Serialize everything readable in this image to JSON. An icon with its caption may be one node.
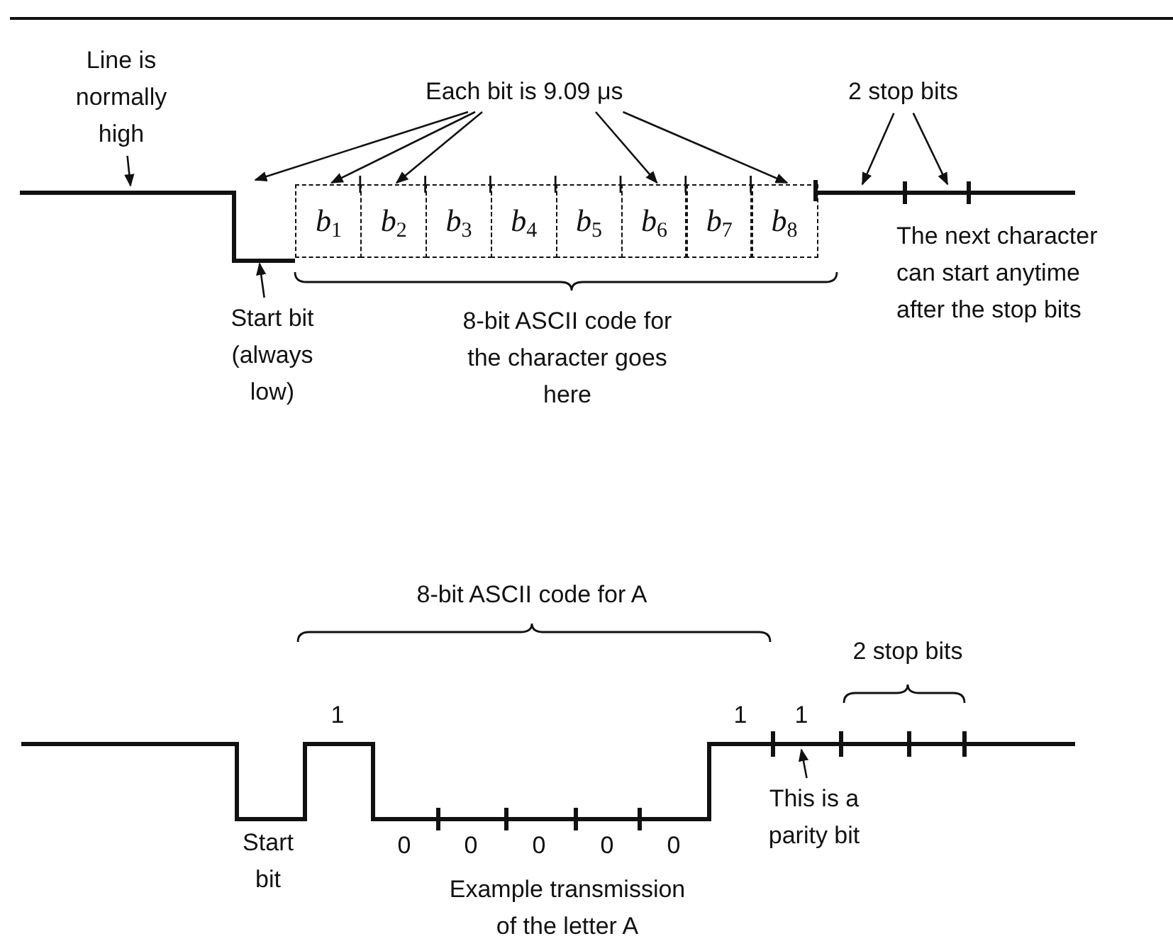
{
  "diagram": {
    "nodes": [
      {
        "text": [
          "Line is normally high"
        ]
      },
      {
        "text": [
          "Each bit is 9.09 μs"
        ]
      },
      {
        "text": [
          "*b*$_{1}$"
        ]
      },
      {
        "text": [
          "*b*$_{2}$"
        ]
      },
      {
        "text": [
          "*b*$_{3}$"
        ]
      },
      {
        "text": [
          "*b*$_{4}$"
        ]
      },
      {
        "text": [
          "*b*$_{5}$"
        ]
      },
      {
        "text": [
          "*b*$_{6}$"
        ]
      },
      {
        "text": [
          "*b*$_{7}$"
        ]
      },
      {
        "text": [
          "*b*$_{8}$"
        ]
      },
      {
        "text": [
          "Start bit (always low)"
        ]
      },
      {
        "text": [
          "2 stop bits"
        ]
      },
      {
        "text": [
          "This is a parity bit"
        ]
      }
    ],
    "edges": [
      {
        "from": 0,
        "to": null,
        "arrow": "to"
      },
      {
        "from": 1,
        "to": null,
        "arrow": "to"
      },
      {
        "from": 1,
        "to": 2,
        "arrow": "to"
      },
      {
        "from": 1,
        "to": 3,
        "arrow": "to"
      },
      {
        "from": 1,
        "to": 7,
        "arrow": "to"
      },
      {
        "from": 1,
        "to": 9,
        "arrow": "to"
      },
      {
        "from": 10,
        "to": null,
        "arrow": "to"
      },
      {
        "from": 11,
        "to": null,
        "arrow": "to"
      },
      {
        "from": 11,
        "to": null,
        "arrow": "to"
      },
      {
        "from": 12,
        "to": null,
        "arrow": "to"
      }
    ],
    "labels": [
      "The next character can start anytime after the stop bits",
      "8-bit ASCII code for the character goes here",
      "8-bit ASCII code for A",
      "2 stop bits",
      "1",
      "1",
      "1",
      "Start bit",
      "0",
      "0",
      "0",
      "0",
      "0",
      "Example transmission of the letter A"
    ]
  }
}
